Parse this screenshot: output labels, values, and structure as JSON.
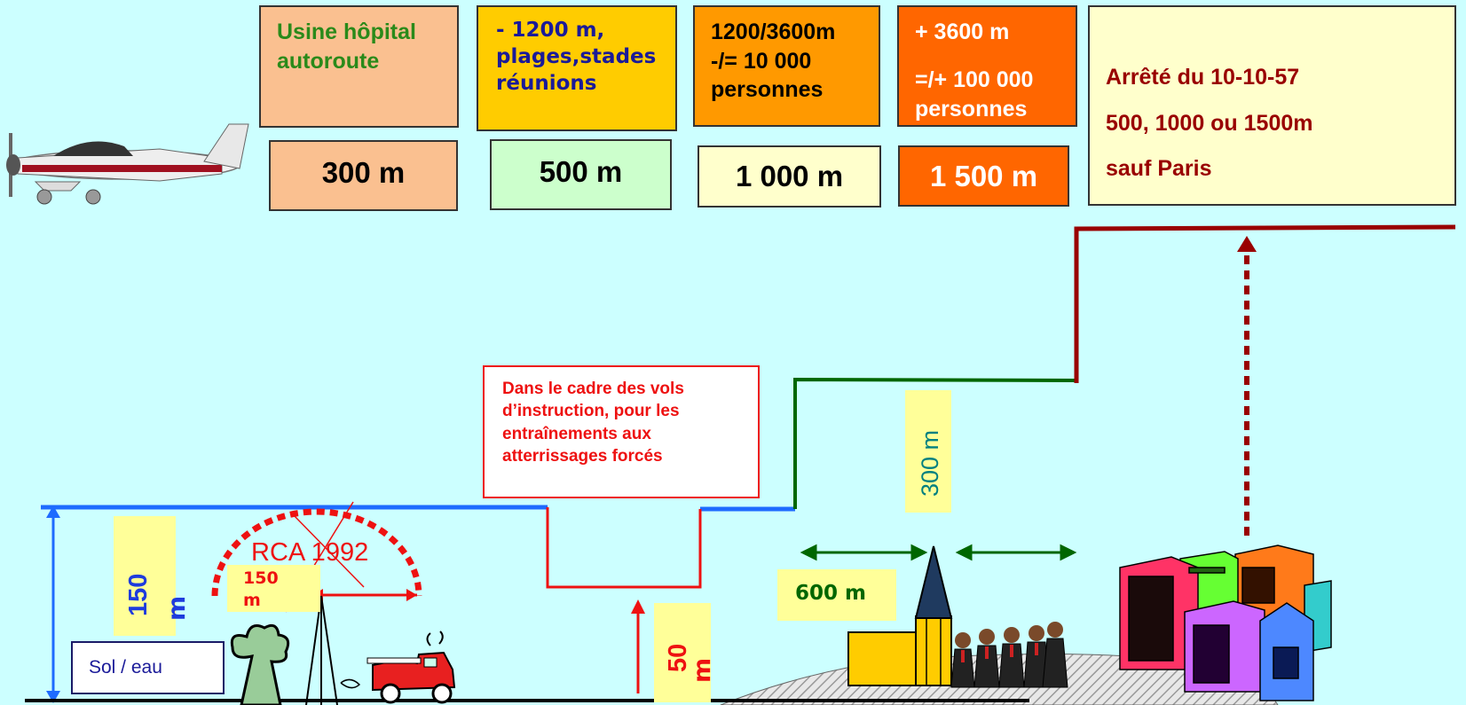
{
  "boxes": {
    "cat1": "Usine hôpital\nautoroute",
    "cat2": "- 1200 m,\nplages,stades\nréunions",
    "cat3": "1200/3600m\n -/= 10 000\npersonnes",
    "cat4_line1": "+ 3600 m",
    "cat4_line2": "=/+ 100 000\npersonnes",
    "h1": "300 m",
    "h2": "500 m",
    "h3": "1 000 m",
    "h4": "1 500 m",
    "arrete_line1": "Arrêté du 10-10-57",
    "arrete_line2": "500, 1000 ou 1500m",
    "arrete_line3": "sauf Paris"
  },
  "labels": {
    "instruction_note": "Dans le cadre des vols\nd’instruction, pour les\nentraînements aux\natterrissages forcés",
    "h300": "300 m",
    "h150": "150",
    "h150_unit": "m",
    "h50": "50",
    "h50_unit": "m",
    "rca": "RCA 1992",
    "rca_150": "150",
    "rca_150_unit": "m",
    "dist600": "600 m",
    "sol_eau": "Sol / eau"
  },
  "colors": {
    "background": "#ccffff",
    "blue_line": "#1e6bff",
    "red_line": "#ff0000",
    "green_line": "#006600",
    "maroon_line": "#990000",
    "cat1_fill": "#fac090",
    "cat2_fill": "#ffcc00",
    "cat3_fill": "#ff9900",
    "cat4_fill": "#ff6600",
    "arrete_fill": "#ffffcc"
  },
  "icons": [
    "airplane-icon",
    "tree-icon",
    "fire-truck-icon",
    "church-icon",
    "people-icon",
    "city-buildings-icon"
  ]
}
